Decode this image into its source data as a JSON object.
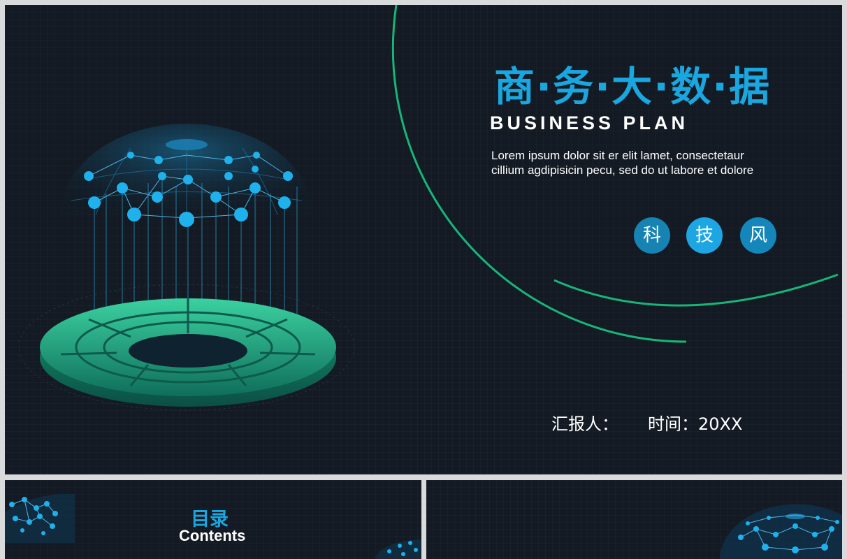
{
  "main_slide": {
    "title_cn": "商·务·大·数·据",
    "title_en": "BUSINESS PLAN",
    "description_line1": "Lorem ipsum dolor sit er elit lamet, consectetaur",
    "description_line2": "cillium agdipisicin pecu, sed do ut labore et dolore",
    "badges": [
      "科",
      "技",
      "风"
    ],
    "reporter_label": "汇报人：",
    "time_label": "时间：20XX"
  },
  "thumbnail_1": {
    "title_cn": "目录",
    "title_en": "Contents"
  },
  "colors": {
    "background": "#131a23",
    "accent_blue": "#1aa6df",
    "accent_green": "#17b57a",
    "frame": "#d9dadb"
  }
}
